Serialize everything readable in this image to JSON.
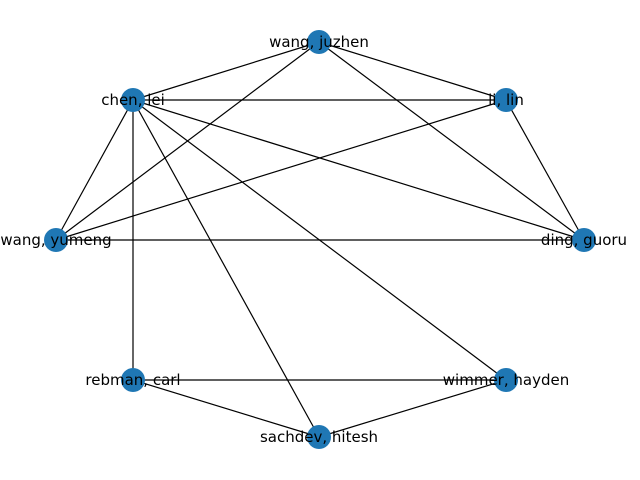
{
  "graph": {
    "node_color": "#1f77b4",
    "edge_color": "#000000",
    "nodes": [
      {
        "id": "wang_juzhen",
        "label": "wang, juzhen"
      },
      {
        "id": "chen_lei",
        "label": "chen, lei"
      },
      {
        "id": "li_lin",
        "label": "li, lin"
      },
      {
        "id": "wang_yumeng",
        "label": "wang, yumeng"
      },
      {
        "id": "ding_guoru",
        "label": "ding, guoru"
      },
      {
        "id": "rebman_carl",
        "label": "rebman, carl"
      },
      {
        "id": "wimmer_hayden",
        "label": "wimmer, hayden"
      },
      {
        "id": "sachdev_hitesh",
        "label": "sachdev, hitesh"
      }
    ],
    "edges": [
      [
        "wang_juzhen",
        "chen_lei"
      ],
      [
        "wang_juzhen",
        "li_lin"
      ],
      [
        "wang_juzhen",
        "wang_yumeng"
      ],
      [
        "wang_juzhen",
        "ding_guoru"
      ],
      [
        "chen_lei",
        "li_lin"
      ],
      [
        "chen_lei",
        "wang_yumeng"
      ],
      [
        "chen_lei",
        "ding_guoru"
      ],
      [
        "chen_lei",
        "rebman_carl"
      ],
      [
        "chen_lei",
        "wimmer_hayden"
      ],
      [
        "chen_lei",
        "sachdev_hitesh"
      ],
      [
        "li_lin",
        "wang_yumeng"
      ],
      [
        "li_lin",
        "ding_guoru"
      ],
      [
        "wang_yumeng",
        "ding_guoru"
      ],
      [
        "rebman_carl",
        "wimmer_hayden"
      ],
      [
        "rebman_carl",
        "sachdev_hitesh"
      ],
      [
        "wimmer_hayden",
        "sachdev_hitesh"
      ]
    ]
  }
}
